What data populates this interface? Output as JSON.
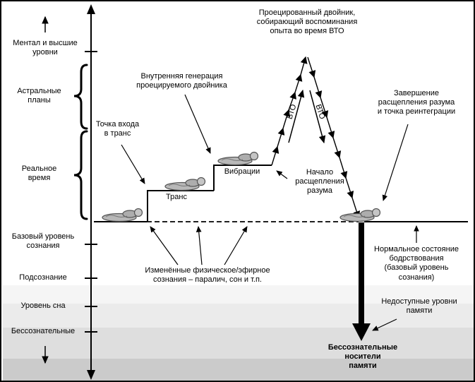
{
  "axis": {
    "labels": {
      "mental": "Ментал и высшие\nуровни",
      "astral": "Астральные\nпланы",
      "realtime": "Реальное\nвремя",
      "base_level": "Базовый уровень\nсознания",
      "subconscious": "Подсознание",
      "sleep": "Уровень сна",
      "unconscious": "Бессознательные"
    }
  },
  "stages": {
    "trance": "Транс",
    "vibrations": "Вибрации",
    "obe_ascent": "ВТО",
    "obe_descent": "ВТО"
  },
  "annotations": {
    "projected_double": "Проецированный двойник,\nсобирающий воспоминания\nопыта во время ВТО",
    "internal_generation": "Внутренняя генерация\nпроецируемого двойника",
    "trance_entry": "Точка входа\nв транс",
    "reintegration": "Завершение\nрасщепления разума\nи точка реинтеграции",
    "split_start": "Начало\nрасщепления\nразума",
    "normal_state": "Нормальное состояние\nбодрствования\n(базовый уровень\nсознания)",
    "altered_states": "Изменённые физическое/эфирное\nсознания – паралич, сон и т.п.",
    "inaccessible_memory": "Недоступные уровни\nпамяти",
    "memory_carriers": "Бессознательные\nносители\nпамяти"
  },
  "colors": {
    "line": "#000000",
    "figure_fill": "#b8b8b8",
    "band_1": "#f5f5f5",
    "band_2": "#ebebeb",
    "band_3": "#dedede",
    "band_4": "#cbcbcb"
  }
}
